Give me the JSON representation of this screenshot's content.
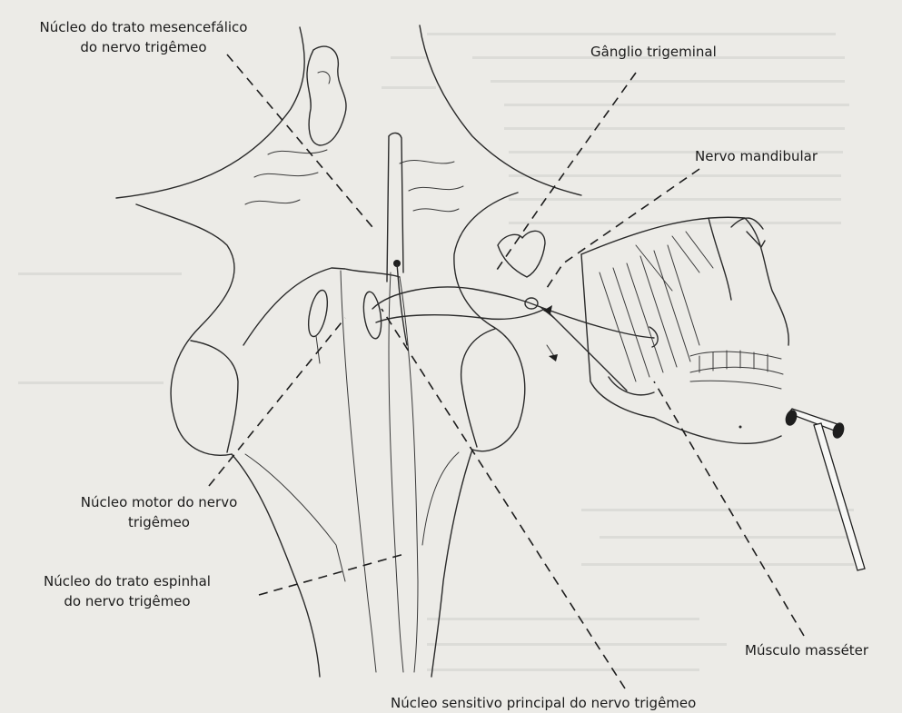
{
  "labels": {
    "mesencephalic_1": "Núcleo do trato mesencefálico",
    "mesencephalic_2": "do nervo trigêmeo",
    "ganglion": "Gânglio trigeminal",
    "mandibular": "Nervo mandibular",
    "motor_1": "Núcleo motor do nervo",
    "motor_2": "trigêmeo",
    "spinal_1": "Núcleo do trato espinhal",
    "spinal_2": "do nervo trigêmeo",
    "masseter": "Músculo masséter",
    "sensory": "Núcleo sensitivo principal do nervo trigêmeo"
  },
  "colors": {
    "paper": "#ecebe7",
    "ink": "#2a2a2a"
  },
  "icons": {
    "hammer": "reflex-hammer-icon"
  }
}
